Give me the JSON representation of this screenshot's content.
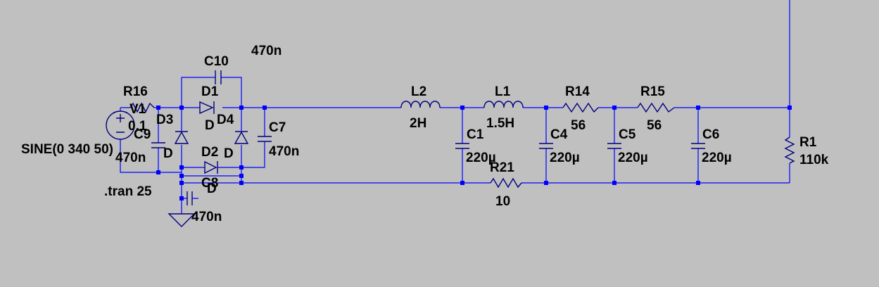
{
  "colors": {
    "background": "#c0c0c0",
    "wire": "#0000ff",
    "component": "#000080",
    "text": "#000000"
  },
  "source": {
    "ref": "V1",
    "value": "SINE(0 340 50)",
    "series_r": "0.1",
    "sim_directive": ".tran 25"
  },
  "resistors": [
    {
      "ref": "R16",
      "value": ""
    },
    {
      "ref": "R14",
      "value": "56"
    },
    {
      "ref": "R15",
      "value": "56"
    },
    {
      "ref": "R21",
      "value": "10"
    },
    {
      "ref": "R1",
      "value": "110k"
    }
  ],
  "diodes": [
    {
      "ref": "D1",
      "model": "D"
    },
    {
      "ref": "D2",
      "model": "D"
    },
    {
      "ref": "D3",
      "model": "D"
    },
    {
      "ref": "D4",
      "model": "D"
    }
  ],
  "capacitors": [
    {
      "ref": "C10",
      "value": "470n"
    },
    {
      "ref": "C7",
      "value": "470n"
    },
    {
      "ref": "C9",
      "value": "470n"
    },
    {
      "ref": "C8",
      "value": "470n"
    },
    {
      "ref": "C1",
      "value": "220µ"
    },
    {
      "ref": "C4",
      "value": "220µ"
    },
    {
      "ref": "C5",
      "value": "220µ"
    },
    {
      "ref": "C6",
      "value": "220µ"
    }
  ],
  "inductors": [
    {
      "ref": "L2",
      "value": "2H"
    },
    {
      "ref": "L1",
      "value": "1.5H"
    }
  ]
}
